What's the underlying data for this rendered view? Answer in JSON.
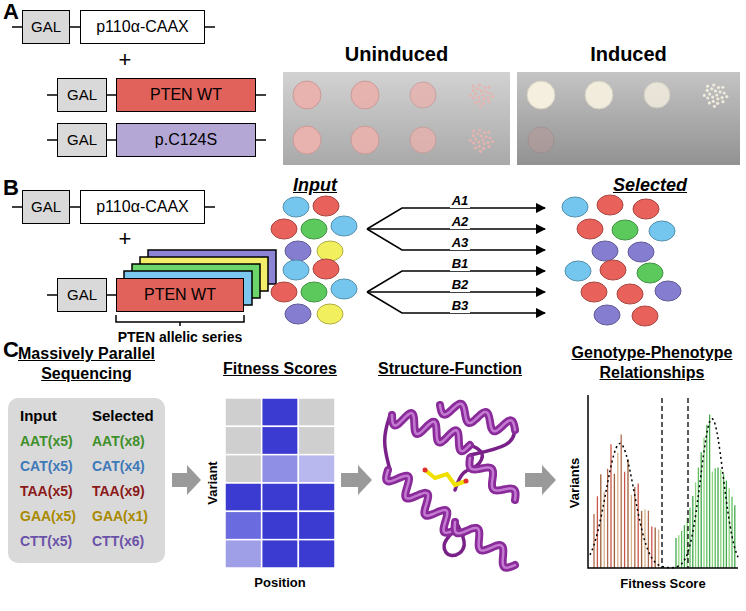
{
  "diagram": {
    "nodes": [
      {
        "text": [
          "GAL"
        ]
      },
      {
        "text": [
          "p110α-CAAX"
        ]
      },
      {
        "text": [
          "GAL"
        ]
      },
      {
        "text": [
          "PTEN WT"
        ]
      },
      {
        "text": [
          "GAL"
        ]
      },
      {
        "text": [
          "p.C124S"
        ]
      },
      {
        "text": [
          "GAL"
        ]
      },
      {
        "text": [
          "p110α-CAAX"
        ]
      },
      {
        "text": [
          "GAL"
        ]
      },
      {
        "text": [
          "PTEN WT"
        ]
      },
      {
        "text": [
          "Massively Parallel Sequencing",
          "Input",
          "Selected",
          "AAT(x5)",
          "AAT(x8)",
          "CAT(x5)",
          "CAT(x4)",
          "TAA(x5)",
          "TAA(x9)",
          "GAA(x5)",
          "GAA(x1)",
          "CTT(x5)",
          "CTT(x6)"
        ]
      }
    ],
    "edges": [
      {
        "from": 0,
        "to": 1,
        "arrow": "none"
      },
      {
        "from": 2,
        "to": 3,
        "arrow": "none"
      },
      {
        "from": 4,
        "to": 5,
        "arrow": "none"
      },
      {
        "from": 6,
        "to": 7,
        "arrow": "none"
      },
      {
        "from": 8,
        "to": 9,
        "arrow": "none"
      }
    ],
    "labels": [
      "A",
      "Uninduced",
      "Induced",
      "+",
      "B",
      "+",
      "PTEN allelic series",
      "Input",
      "Selected",
      "A1",
      "A2",
      "A3",
      "B1",
      "B2",
      "B3",
      "C",
      "Fitness Scores",
      "Variant",
      "Position",
      "Structure-Function",
      "Genotype-Phenotype Relationships",
      "Variants",
      "Fitness Score"
    ]
  }
}
